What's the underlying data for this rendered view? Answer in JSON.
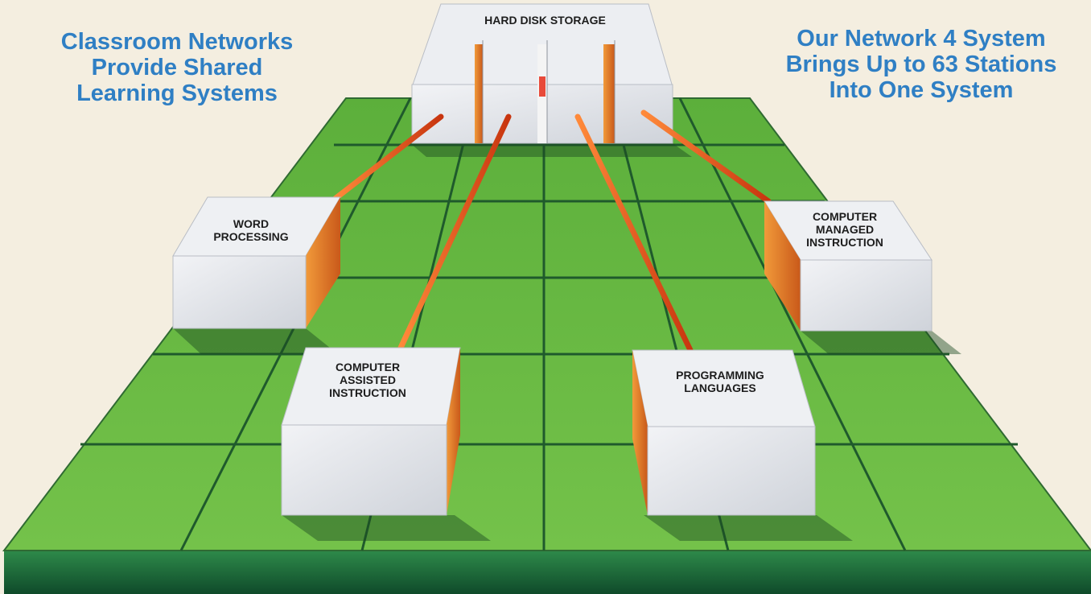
{
  "colors": {
    "background": "#f4eee0",
    "headline": "#2f7fc4",
    "grid_fill": "#6cbb43",
    "grid_lines": "#1f5a2c",
    "platform_edge": "#1f6b3a",
    "box_face": "#dcdfe4",
    "box_top": "#eef0f3",
    "box_side": "#e07a22",
    "cable": "#e0541c"
  },
  "headline_left": [
    "Classroom Networks",
    "Provide Shared",
    "Learning Systems"
  ],
  "headline_right": [
    "Our Network 4 System",
    "Brings Up to 63 Stations",
    "Into One System"
  ],
  "boxes": {
    "storage": [
      "HARD DISK STORAGE"
    ],
    "word_processing": [
      "WORD",
      "PROCESSING"
    ],
    "computer_managed": [
      "COMPUTER",
      "MANAGED",
      "INSTRUCTION"
    ],
    "computer_assisted": [
      "COMPUTER",
      "ASSISTED",
      "INSTRUCTION"
    ],
    "programming": [
      "PROGRAMMING",
      "LANGUAGES"
    ]
  }
}
